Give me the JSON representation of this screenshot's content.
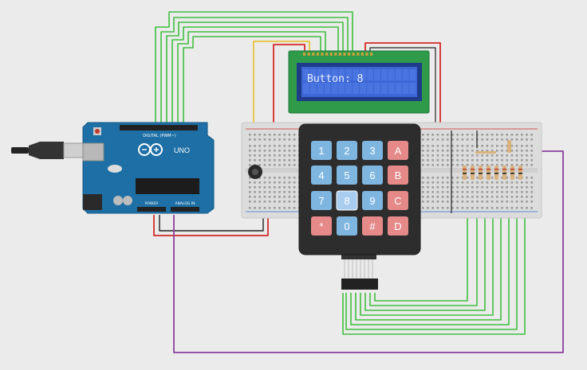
{
  "lcd": {
    "text": "Button: 8"
  },
  "arduino": {
    "brand": "UNO",
    "header_digital": "DIGITAL (PWM~)",
    "header_power": "POWER",
    "header_analog": "ANALOG IN"
  },
  "keypad": {
    "rows": [
      [
        "1",
        "2",
        "3",
        "A"
      ],
      [
        "4",
        "5",
        "6",
        "B"
      ],
      [
        "7",
        "8",
        "9",
        "C"
      ],
      [
        "*",
        "0",
        "#",
        "D"
      ]
    ],
    "pressed_key": "8"
  },
  "colors": {
    "background": "#ebebeb",
    "wire_green": "#3fbf3f",
    "wire_red": "#d62828",
    "wire_yellow": "#e8c43a",
    "wire_purple": "#8a3f9e",
    "board_blue": "#1d6fa5",
    "lcd_screen": "#3d66d6",
    "lcd_pcb": "#2e9a4a",
    "key_blue": "#7fb6e0",
    "key_red": "#e58989"
  },
  "icons": [
    "usb-cable-icon",
    "potentiometer-icon",
    "arduino-logo-icon",
    "reset-button-icon"
  ]
}
